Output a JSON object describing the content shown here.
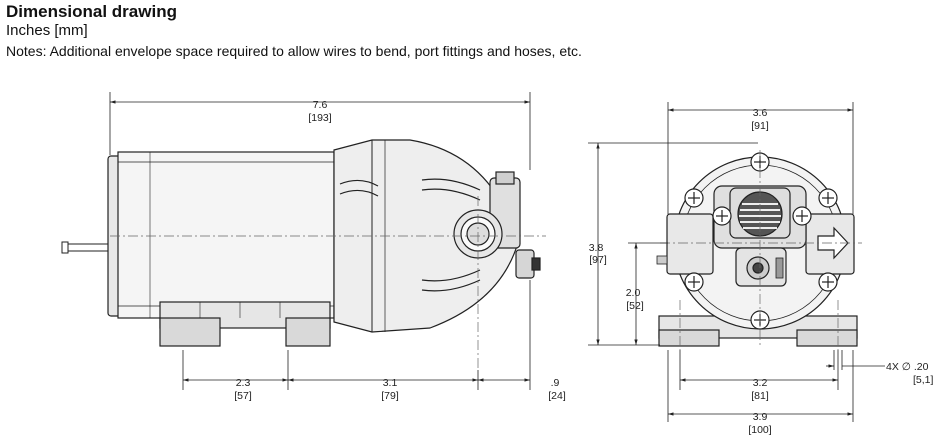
{
  "header": {
    "title": "Dimensional drawing",
    "units": "Inches [mm]",
    "notes": "Notes: Additional envelope space required to allow wires to bend, port fittings and hoses, etc."
  },
  "side_view": {
    "overall_length": {
      "in": "7.6",
      "mm": "[193]"
    },
    "mount_hole_offset": {
      "in": "2.3",
      "mm": "[57]"
    },
    "hole_to_port": {
      "in": "3.1",
      "mm": "[79]"
    },
    "port_to_end": {
      "in": ".9",
      "mm": "[24]"
    }
  },
  "end_view": {
    "width": {
      "in": "3.6",
      "mm": "[91]"
    },
    "height": {
      "in": "3.8",
      "mm": "[97]"
    },
    "port_height": {
      "in": "2.0",
      "mm": "[52]"
    },
    "hole_spacing": {
      "in": "3.2",
      "mm": "[81]"
    },
    "base_width": {
      "in": "3.9",
      "mm": "[100]"
    },
    "hole_diameter": {
      "label": "4X ∅ .20",
      "mm": "[5,1]"
    }
  },
  "colors": {
    "line": "#222222",
    "body_fill": "#f2f2f2",
    "dark_fill": "#333333"
  }
}
